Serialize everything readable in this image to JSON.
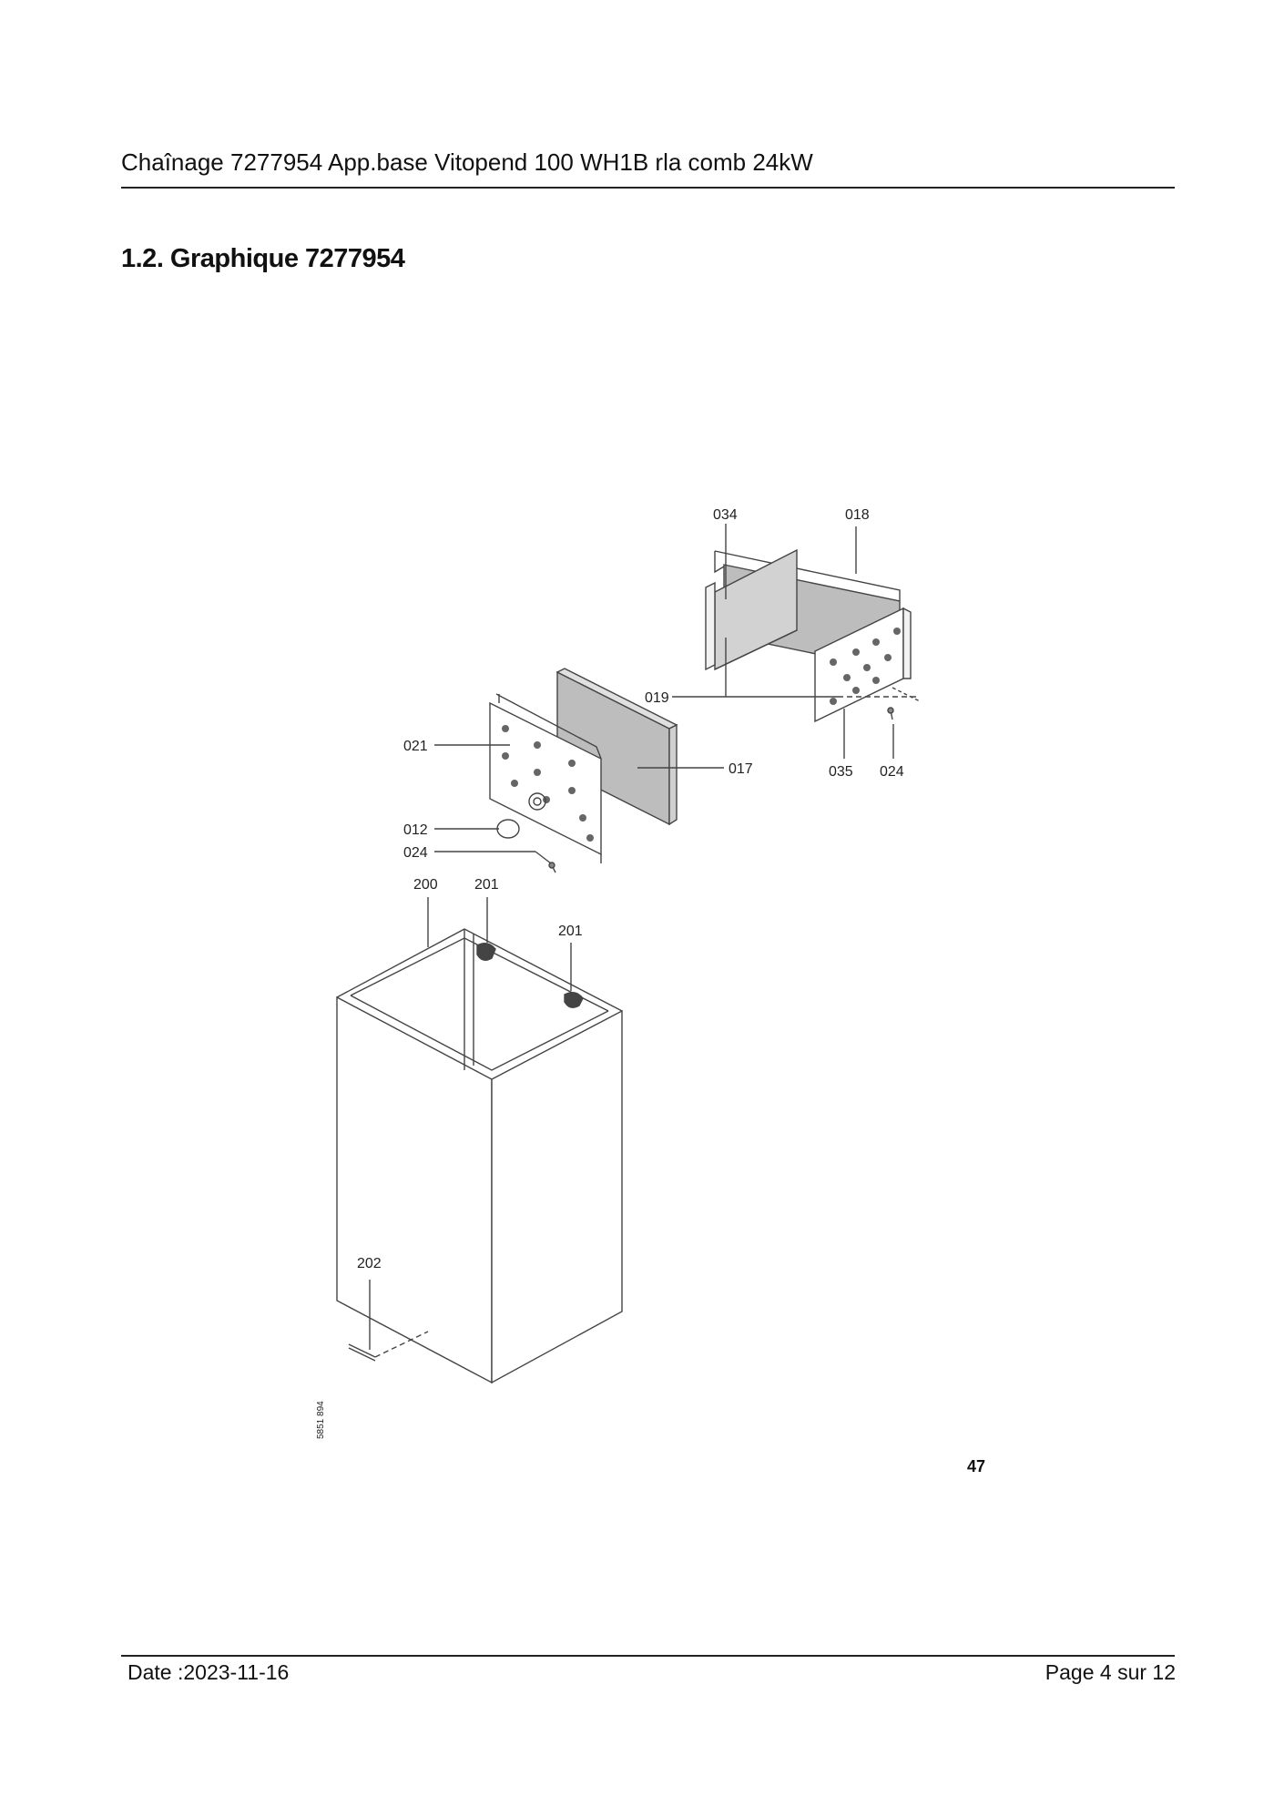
{
  "header": {
    "title": "Chaînage 7277954 App.base Vitopend 100 WH1B rla comb 24kW"
  },
  "section": {
    "title": "1.2. Graphique 7277954"
  },
  "drawing": {
    "labels": {
      "l034": "034",
      "l018": "018",
      "l019": "019",
      "l021": "021",
      "l017": "017",
      "l035": "035",
      "l024a": "024",
      "l012": "012",
      "l024b": "024",
      "l200": "200",
      "l201a": "201",
      "l201b": "201",
      "l202": "202"
    },
    "code": "5851 894",
    "page_ref": "47"
  },
  "footer": {
    "date": "Date :2023-11-16",
    "page": "Page 4 sur  12"
  }
}
